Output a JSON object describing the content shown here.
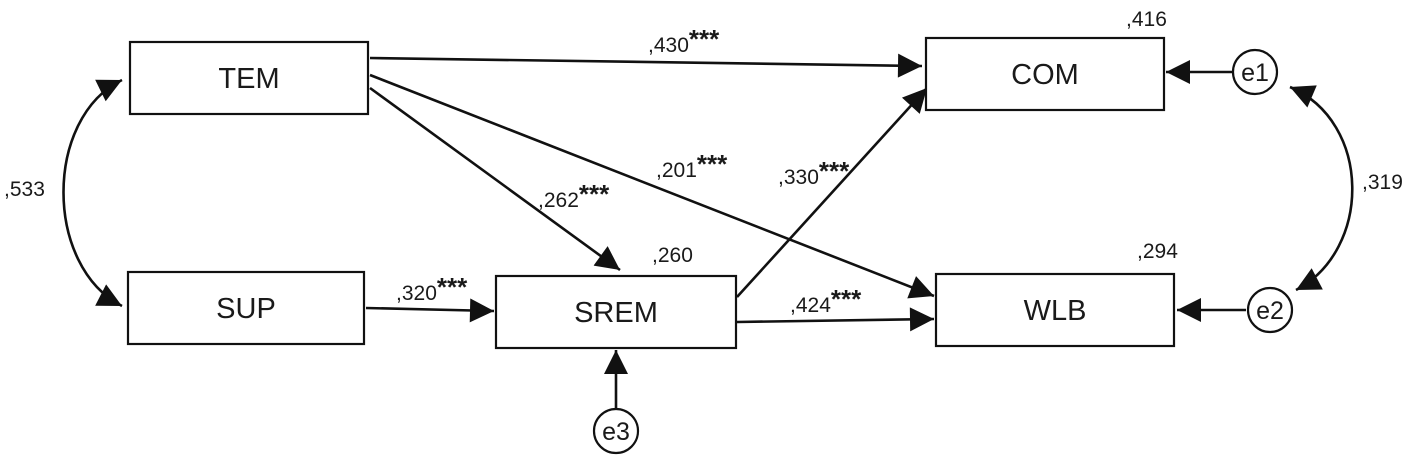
{
  "nodes": {
    "tem": {
      "label": "TEM"
    },
    "sup": {
      "label": "SUP"
    },
    "srem": {
      "label": "SREM",
      "r_squared": ",260"
    },
    "com": {
      "label": "COM",
      "r_squared": ",416"
    },
    "wlb": {
      "label": "WLB",
      "r_squared": ",294"
    }
  },
  "errors": {
    "e1": {
      "label": "e1"
    },
    "e2": {
      "label": "e2"
    },
    "e3": {
      "label": "e3"
    }
  },
  "paths": {
    "tem_com": {
      "coef": ",430",
      "sig": "***"
    },
    "tem_srem": {
      "coef": ",262",
      "sig": "***"
    },
    "tem_wlb": {
      "coef": ",201",
      "sig": "***"
    },
    "srem_com": {
      "coef": ",330",
      "sig": "***"
    },
    "sup_srem": {
      "coef": ",320",
      "sig": "***"
    },
    "srem_wlb": {
      "coef": ",424",
      "sig": "***"
    }
  },
  "covariances": {
    "tem_sup": {
      "coef": ",533"
    },
    "e1_e2": {
      "coef": ",319"
    }
  }
}
